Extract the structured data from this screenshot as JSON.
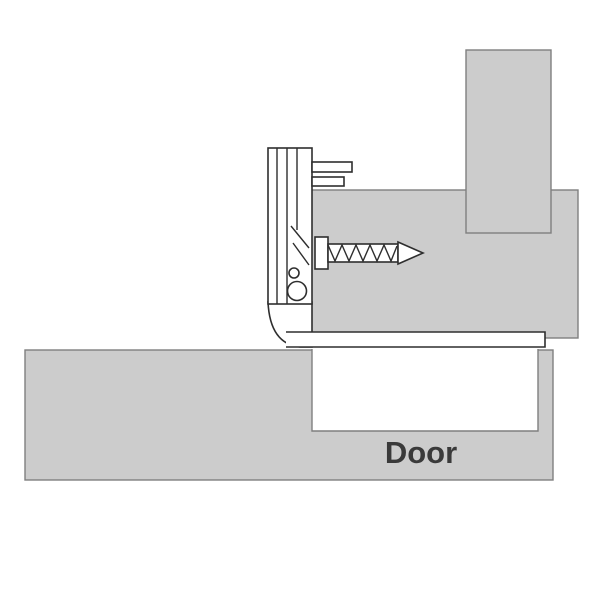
{
  "diagram": {
    "door_label": "Door",
    "parts": {
      "side_panel": "cabinet-side-panel",
      "frame_panel": "cabinet-frame-panel",
      "hinge": "concealed-hinge",
      "screw": "mounting-screw",
      "door": "door-panel"
    },
    "colors": {
      "panel_fill": "#cccccc",
      "panel_stroke": "#7f7f7f",
      "line": "#2e2e2e",
      "label": "#3a3a3a",
      "white": "#ffffff"
    }
  }
}
